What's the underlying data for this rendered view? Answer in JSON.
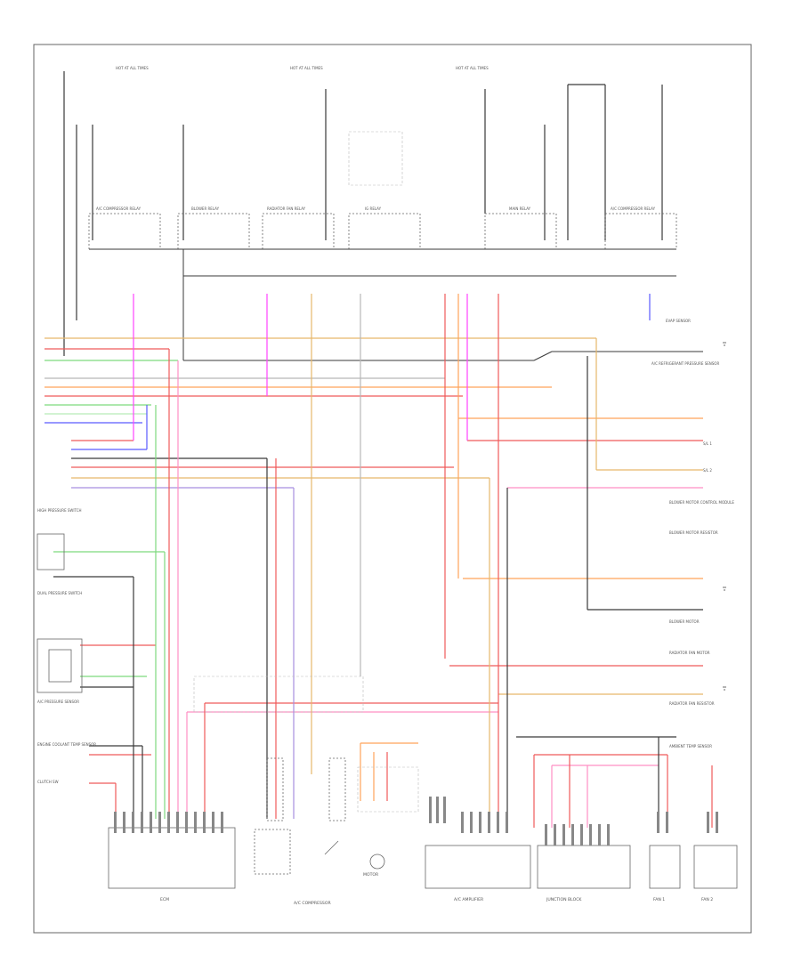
{
  "fuse_headers": [
    {
      "id": "hot1",
      "text": "HOT AT ALL TIMES"
    },
    {
      "id": "hot2",
      "text": "HOT AT ALL TIMES"
    },
    {
      "id": "hot3",
      "text": "HOT AT ALL TIMES"
    }
  ],
  "relays": [
    {
      "id": "ac-comp-relay",
      "label": "A/C COMPRESSOR RELAY"
    },
    {
      "id": "blower-relay",
      "label": "BLOWER RELAY"
    },
    {
      "id": "radiator-fan-relay",
      "label": "RADIATOR FAN RELAY"
    },
    {
      "id": "ig-relay",
      "label": "IG RELAY"
    },
    {
      "id": "main-relay",
      "label": "MAIN RELAY"
    },
    {
      "id": "ac-comp-relay-2",
      "label": "A/C COMPRESSOR RELAY"
    }
  ],
  "right_labels": [
    {
      "id": "evap-temp",
      "text": "EVAP SENSOR"
    },
    {
      "id": "ac-pressure-sensor",
      "text": "A/C REFRIGERANT PRESSURE SENSOR"
    },
    {
      "id": "solenoid",
      "text": "S/L 1"
    },
    {
      "id": "s2",
      "text": "S/L 2"
    },
    {
      "id": "blower-speed",
      "text": "BLOWER MOTOR CONTROL MODULE"
    },
    {
      "id": "blower-resistor",
      "text": "BLOWER MOTOR RESISTOR"
    },
    {
      "id": "blower-motor",
      "text": "BLOWER MOTOR"
    },
    {
      "id": "fan-relay",
      "text": "RADIATOR FAN MOTOR"
    },
    {
      "id": "radiator-fan",
      "text": "RADIATOR FAN RESISTOR"
    },
    {
      "id": "ambient",
      "text": "AMBIENT TEMP SENSOR"
    }
  ],
  "left_labels": [
    {
      "id": "high-pressure",
      "text": "HIGH PRESSURE SWITCH"
    },
    {
      "id": "dual-pressure",
      "text": "DUAL PRESSURE SWITCH"
    },
    {
      "id": "ac-pressure",
      "text": "A/C PRESSURE SENSOR"
    },
    {
      "id": "engine-coolant",
      "text": "ENGINE COOLANT TEMP SENSOR"
    },
    {
      "id": "clutch",
      "text": "CLUTCH SW"
    }
  ],
  "bottom_modules": [
    {
      "id": "ecm",
      "text": "ECM"
    },
    {
      "id": "ac-compressor",
      "text": "A/C COMPRESSOR"
    },
    {
      "id": "motor",
      "text": "MOTOR"
    },
    {
      "id": "ac-amp",
      "text": "A/C AMPLIFIER"
    },
    {
      "id": "junction",
      "text": "JUNCTION BLOCK"
    },
    {
      "id": "fan-1",
      "text": "FAN 1"
    },
    {
      "id": "fan-2",
      "text": "FAN 2"
    }
  ],
  "colors": {
    "black": "#3a3a3a",
    "gray": "#b8b8b8",
    "red": "#ef5a5a",
    "pink": "#ff8fc4",
    "magenta": "#ff44ff",
    "orange": "#ffa35a",
    "tan": "#e6b86b",
    "green": "#7ed97e",
    "blue": "#5a5aff",
    "violet": "#a78fe0",
    "lightgreen": "#b6ecb6",
    "yellow": "#d6d24a"
  }
}
